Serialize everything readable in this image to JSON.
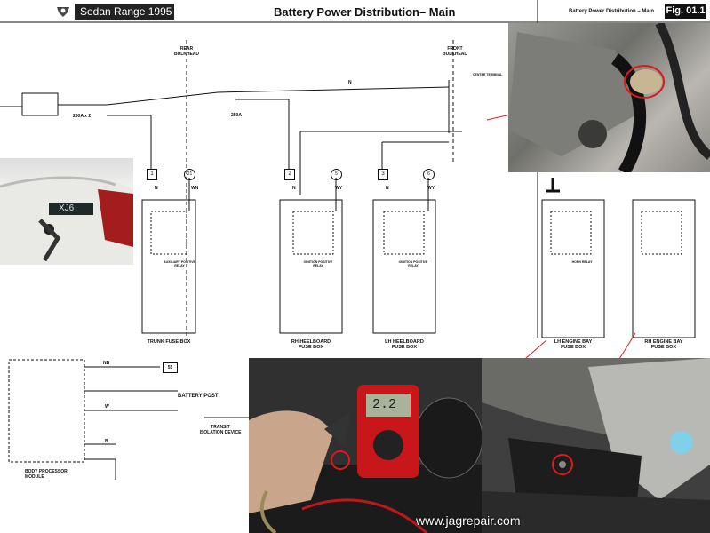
{
  "header": {
    "brand": "Sedan Range 1995",
    "title": "Battery Power Distribution– Main",
    "sub_title": "Battery Power Distribution – Main",
    "fig": "Fig. 01.1"
  },
  "labels": {
    "rear_bulkhead": "REAR\nBULKHEAD",
    "front_bulkhead": "FRONT\nBULKHEAD",
    "center_terminal": "CENTER TERMINAL",
    "fuse_250x2": "250A x 2",
    "fuse_250": "250A",
    "battery_post": "BATTERY POST",
    "transit_isolation": "TRANSIT\nISOLATION DEVICE",
    "body_processor": "BODY PROCESSOR\nMODULE",
    "nb": "NB",
    "w": "W",
    "b": "B",
    "n": "N",
    "wy": "WY",
    "wn": "WN"
  },
  "boxes": [
    {
      "num": "1",
      "circle": "21",
      "relay": "AUXILIARY POSITIVE\nRELAY",
      "caption": "TRUNK FUSE BOX"
    },
    {
      "num": "2",
      "circle": "5",
      "relay": "IGNITION POSITIVE\nRELAY",
      "caption": "RH HEELBOARD\nFUSE BOX"
    },
    {
      "num": "3",
      "circle": "6",
      "relay": "IGNITION POSITIVE\nRELAY",
      "caption": "LH HEELBOARD\nFUSE BOX"
    },
    {
      "num": "",
      "circle": "",
      "relay": "HORN RELAY",
      "caption": "LH ENGINE BAY\nFUSE BOX"
    },
    {
      "num": "",
      "circle": "",
      "relay": "",
      "caption": "RH ENGINE BAY\nFUSE BOX"
    }
  ],
  "badges": {
    "ref_55": "55"
  },
  "keytag": "XJ6",
  "multimeter_reading": "2.2",
  "watermark": "www.jagrepair.com"
}
